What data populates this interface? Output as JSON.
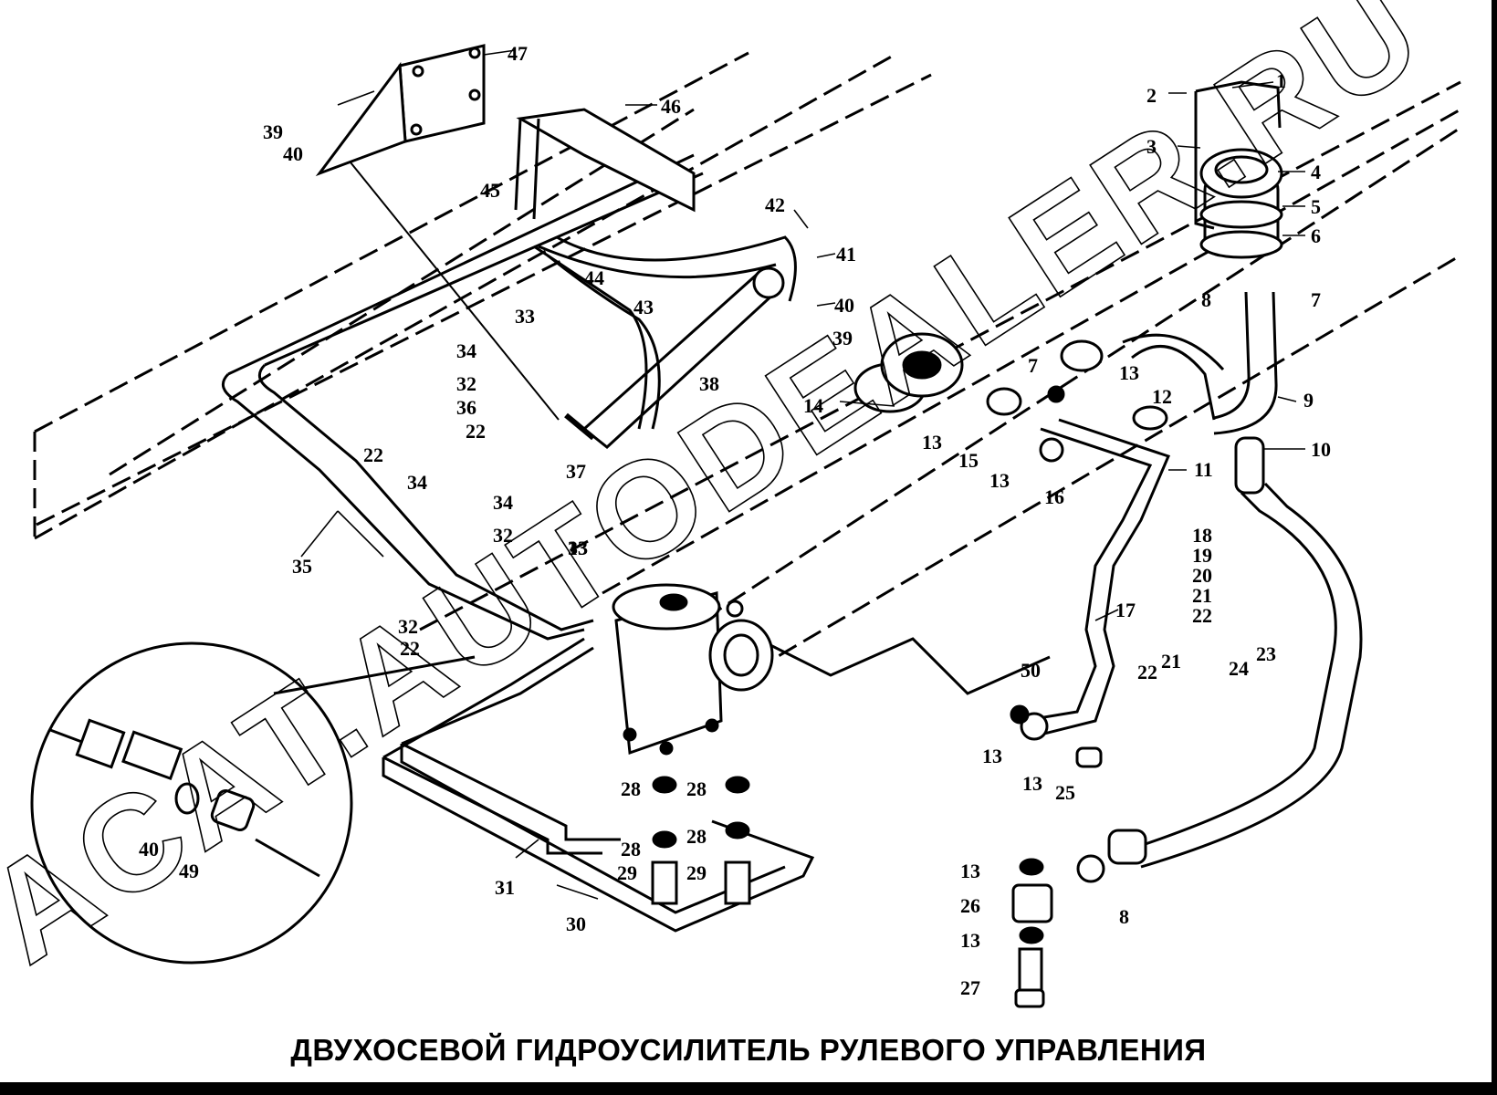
{
  "title": "ДВУХОСЕВОЙ ГИДРОУСИЛИТЕЛЬ РУЛЕВОГО УПРАВЛЕНИЯ",
  "watermark": "ACAT.AUTODEALER.RU",
  "callouts": [
    {
      "id": "c1",
      "text": "1"
    },
    {
      "id": "c2",
      "text": "2"
    },
    {
      "id": "c3",
      "text": "3"
    },
    {
      "id": "c4",
      "text": "4"
    },
    {
      "id": "c5",
      "text": "5"
    },
    {
      "id": "c6",
      "text": "6"
    },
    {
      "id": "c7a",
      "text": "7"
    },
    {
      "id": "c7b",
      "text": "7"
    },
    {
      "id": "c8a",
      "text": "8"
    },
    {
      "id": "c8b",
      "text": "8"
    },
    {
      "id": "c9",
      "text": "9"
    },
    {
      "id": "c10",
      "text": "10"
    },
    {
      "id": "c11",
      "text": "11"
    },
    {
      "id": "c12",
      "text": "12"
    },
    {
      "id": "c13a",
      "text": "13"
    },
    {
      "id": "c13b",
      "text": "13"
    },
    {
      "id": "c13c",
      "text": "13"
    },
    {
      "id": "c13d",
      "text": "13"
    },
    {
      "id": "c13e",
      "text": "13"
    },
    {
      "id": "c13f",
      "text": "13"
    },
    {
      "id": "c13g",
      "text": "13"
    },
    {
      "id": "c13h",
      "text": "13"
    },
    {
      "id": "c14",
      "text": "14"
    },
    {
      "id": "c15",
      "text": "15"
    },
    {
      "id": "c16",
      "text": "16"
    },
    {
      "id": "c17",
      "text": "17"
    },
    {
      "id": "c18",
      "text": "18"
    },
    {
      "id": "c19",
      "text": "19"
    },
    {
      "id": "c20",
      "text": "20"
    },
    {
      "id": "c21a",
      "text": "21"
    },
    {
      "id": "c21b",
      "text": "21"
    },
    {
      "id": "c22a",
      "text": "22"
    },
    {
      "id": "c22b",
      "text": "22"
    },
    {
      "id": "c22c",
      "text": "22"
    },
    {
      "id": "c22d",
      "text": "22"
    },
    {
      "id": "c22e",
      "text": "22"
    },
    {
      "id": "c23",
      "text": "23"
    },
    {
      "id": "c24",
      "text": "24"
    },
    {
      "id": "c25",
      "text": "25"
    },
    {
      "id": "c26",
      "text": "26"
    },
    {
      "id": "c27",
      "text": "27"
    },
    {
      "id": "c28a",
      "text": "28"
    },
    {
      "id": "c28b",
      "text": "28"
    },
    {
      "id": "c28c",
      "text": "28"
    },
    {
      "id": "c28d",
      "text": "28"
    },
    {
      "id": "c29a",
      "text": "29"
    },
    {
      "id": "c29b",
      "text": "29"
    },
    {
      "id": "c30",
      "text": "30"
    },
    {
      "id": "c31",
      "text": "31"
    },
    {
      "id": "c32a",
      "text": "32"
    },
    {
      "id": "c32b",
      "text": "32"
    },
    {
      "id": "c32c",
      "text": "32"
    },
    {
      "id": "c33a",
      "text": "33"
    },
    {
      "id": "c33b",
      "text": "33"
    },
    {
      "id": "c34a",
      "text": "34"
    },
    {
      "id": "c34b",
      "text": "34"
    },
    {
      "id": "c34c",
      "text": "34"
    },
    {
      "id": "c35",
      "text": "35"
    },
    {
      "id": "c36",
      "text": "36"
    },
    {
      "id": "c37",
      "text": "37"
    },
    {
      "id": "c38",
      "text": "38"
    },
    {
      "id": "c39a",
      "text": "39"
    },
    {
      "id": "c39b",
      "text": "39"
    },
    {
      "id": "c40a",
      "text": "40"
    },
    {
      "id": "c40b",
      "text": "40"
    },
    {
      "id": "c40c",
      "text": "40"
    },
    {
      "id": "c41",
      "text": "41"
    },
    {
      "id": "c42",
      "text": "42"
    },
    {
      "id": "c43",
      "text": "43"
    },
    {
      "id": "c44",
      "text": "44"
    },
    {
      "id": "c45",
      "text": "45"
    },
    {
      "id": "c46",
      "text": "46"
    },
    {
      "id": "c47",
      "text": "47"
    },
    {
      "id": "c49",
      "text": "49"
    },
    {
      "id": "c50",
      "text": "50"
    }
  ]
}
